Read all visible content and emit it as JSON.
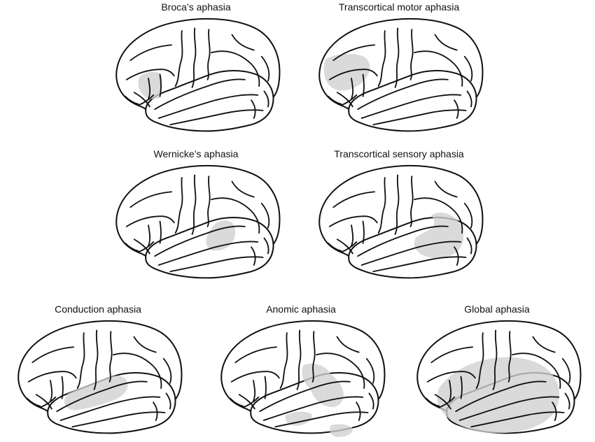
{
  "figure": {
    "lesion_color": "#cfcfcf",
    "outline_color": "#111111",
    "panels": [
      {
        "title": "Broca’s aphasia",
        "lesion": "broca"
      },
      {
        "title": "Transcortical motor aphasia",
        "lesion": "transcortical-motor"
      },
      {
        "title": "Wernicke’s aphasia",
        "lesion": "wernicke"
      },
      {
        "title": "Transcortical sensory aphasia",
        "lesion": "transcortical-sensory"
      },
      {
        "title": "Conduction aphasia",
        "lesion": "conduction"
      },
      {
        "title": "Anomic aphasia",
        "lesion": "anomic"
      },
      {
        "title": "Global aphasia",
        "lesion": "global"
      }
    ]
  }
}
